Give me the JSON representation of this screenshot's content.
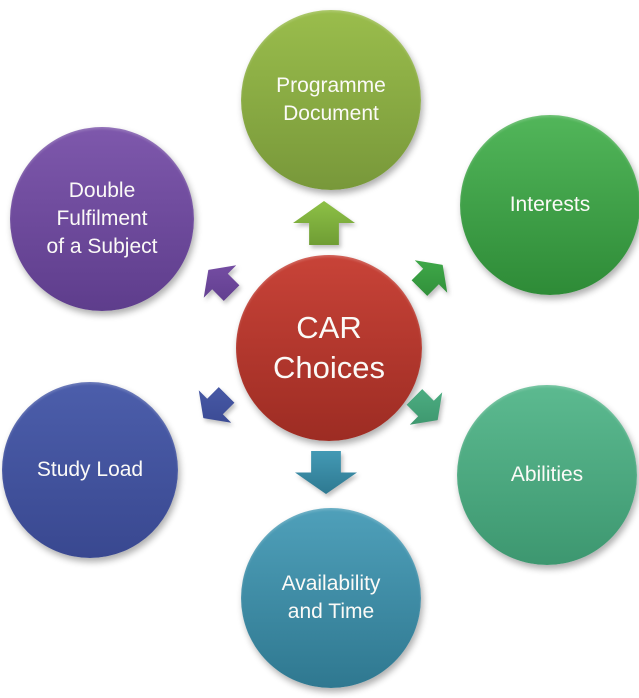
{
  "page": {
    "background": "#ffffff"
  },
  "diagram": {
    "type": "radial-diverging-cycle",
    "text_color": "#fbfaf7",
    "center": {
      "id": "car-choices",
      "label_lines": [
        "CAR",
        "Choices"
      ],
      "color_top": "#c84338",
      "color_bottom": "#9d2c23"
    },
    "nodes": [
      {
        "id": "programme-document",
        "position": "top",
        "label_lines": [
          "Programme",
          "Document"
        ],
        "color_top": "#9abd4c",
        "color_bottom": "#78983a"
      },
      {
        "id": "interests",
        "position": "top-right",
        "label_lines": [
          "Interests"
        ],
        "color_top": "#52b65a",
        "color_bottom": "#2e8b37"
      },
      {
        "id": "abilities",
        "position": "bottom-right",
        "label_lines": [
          "Abilities"
        ],
        "color_top": "#5cba90",
        "color_bottom": "#3d9770"
      },
      {
        "id": "availability-and-time",
        "position": "bottom",
        "label_lines": [
          "Availability",
          "and Time"
        ],
        "color_top": "#4fa0ba",
        "color_bottom": "#2f7890"
      },
      {
        "id": "study-load",
        "position": "bottom-left",
        "label_lines": [
          "Study Load"
        ],
        "color_top": "#4c5eab",
        "color_bottom": "#394890"
      },
      {
        "id": "double-fulfilment-of-a-subject",
        "position": "top-left",
        "label_lines": [
          "Double",
          "Fulfilment",
          "of a Subject"
        ],
        "color_top": "#7e58ac",
        "color_bottom": "#5e3d8c"
      }
    ],
    "arrows": [
      {
        "direction": "up",
        "target": "programme-document",
        "color_top": "#8dc046",
        "color_bottom": "#6f9d34"
      },
      {
        "direction": "up-right",
        "target": "interests",
        "color_top": "#43af4d",
        "color_bottom": "#2e8b37"
      },
      {
        "direction": "down-right",
        "target": "abilities",
        "color_top": "#4fb286",
        "color_bottom": "#3a9169"
      },
      {
        "direction": "down",
        "target": "availability-and-time",
        "color_top": "#4399b4",
        "color_bottom": "#2e7991"
      },
      {
        "direction": "down-left",
        "target": "study-load",
        "color_top": "#4a5ca9",
        "color_bottom": "#384790"
      },
      {
        "direction": "up-left",
        "target": "double-fulfilment-of-a-subject",
        "color_top": "#7a51a8",
        "color_bottom": "#5e3c8c"
      }
    ]
  }
}
